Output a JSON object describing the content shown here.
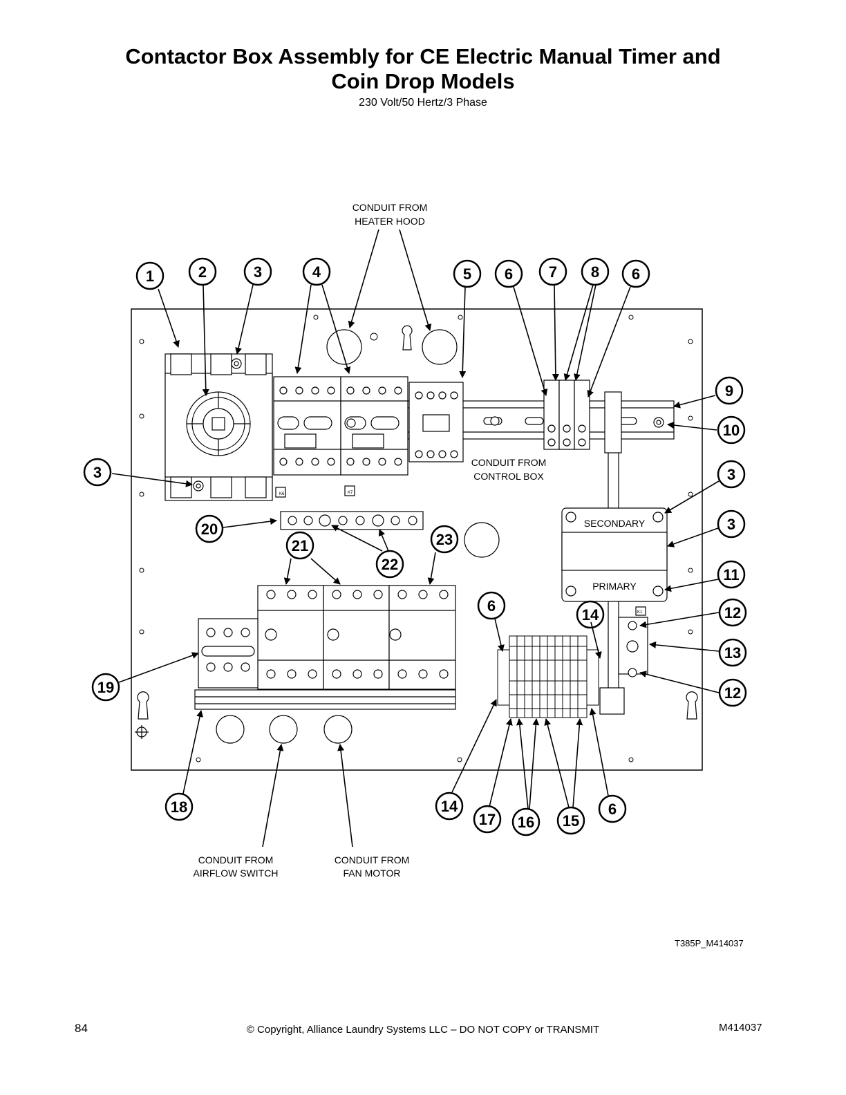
{
  "header": {
    "title_line1": "Contactor Box Assembly for CE Electric Manual Timer and",
    "title_line2": "Coin Drop Models",
    "subtitle": "230 Volt/50 Hertz/3 Phase"
  },
  "diagram": {
    "conduit_labels": {
      "heater_hood_1": "CONDUIT FROM",
      "heater_hood_2": "HEATER HOOD",
      "control_box_1": "CONDUIT FROM",
      "control_box_2": "CONTROL BOX",
      "airflow_1": "CONDUIT FROM",
      "airflow_2": "AIRFLOW SWITCH",
      "fan_1": "CONDUIT FROM",
      "fan_2": "FAN MOTOR"
    },
    "component_labels": {
      "secondary": "SECONDARY",
      "primary": "PRIMARY",
      "k6": "K6",
      "k7": "K7",
      "k1": "K1"
    },
    "callouts": [
      "1",
      "2",
      "3",
      "4",
      "5",
      "6",
      "7",
      "8",
      "6",
      "9",
      "10",
      "3",
      "3",
      "11",
      "3",
      "20",
      "21",
      "22",
      "23",
      "6",
      "14",
      "12",
      "13",
      "12",
      "19",
      "18",
      "14",
      "17",
      "16",
      "15",
      "6"
    ],
    "figure_ref": "T385P_M414037"
  },
  "footer": {
    "page_number": "84",
    "copyright": "© Copyright, Alliance Laundry Systems LLC – DO NOT COPY or TRANSMIT",
    "doc_number": "M414037"
  }
}
